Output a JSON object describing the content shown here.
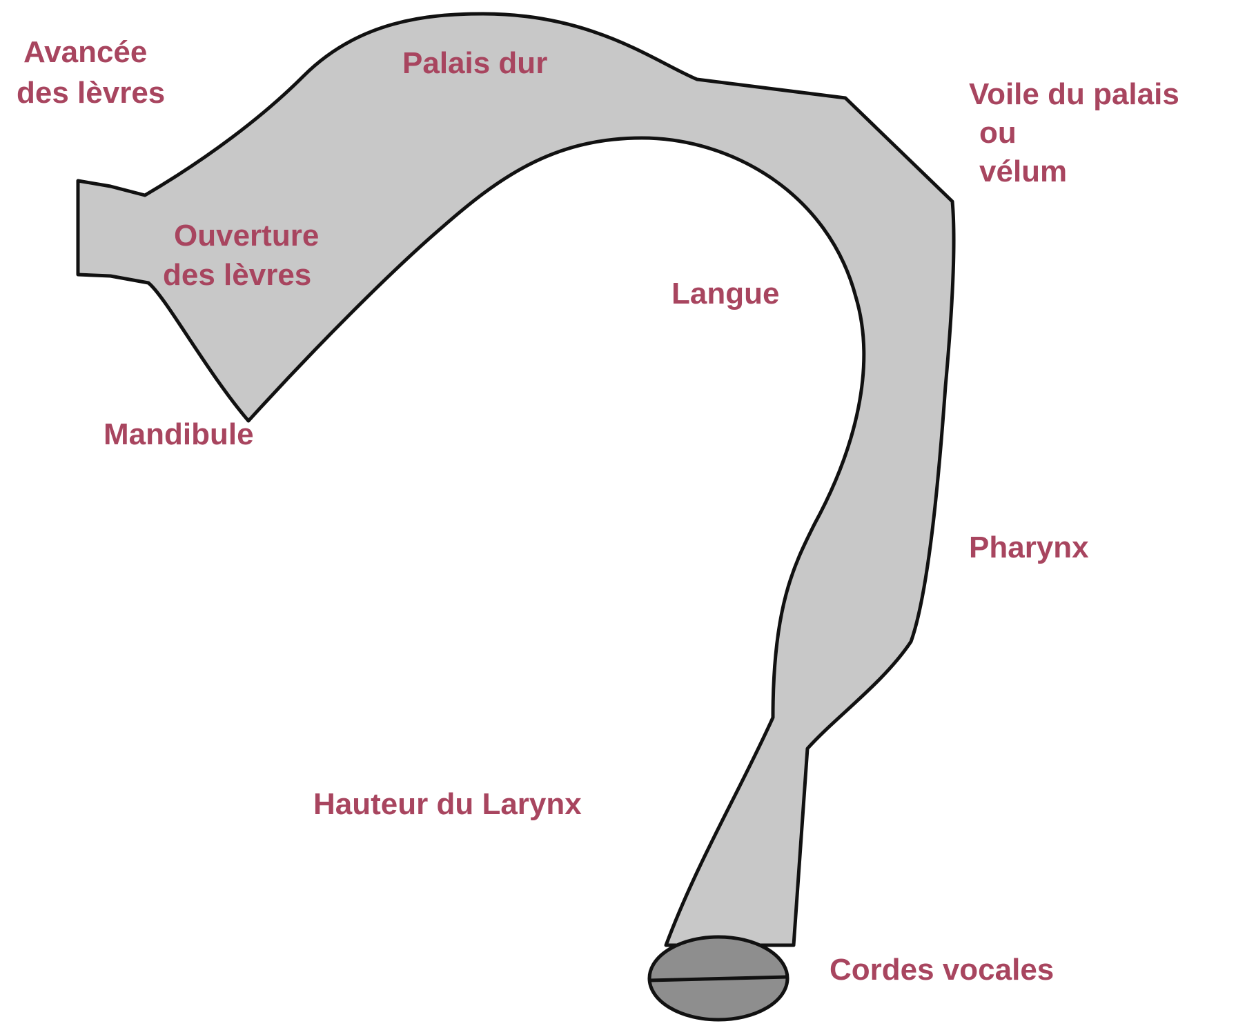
{
  "diagram": {
    "colors": {
      "label": "#a8455f",
      "tract_fill": "#c8c8c8",
      "tract_stroke": "#111111",
      "vocal_folds_fill": "#8e8e8e",
      "background": "#ffffff"
    },
    "labels": {
      "lip_protrusion": {
        "line1": "Avancée",
        "line2": "des lèvres"
      },
      "hard_palate": "Palais dur",
      "soft_palate": {
        "line1": "Voile du palais",
        "line2": "ou",
        "line3": "vélum"
      },
      "lip_opening": {
        "line1": "Ouverture",
        "line2": "des lèvres"
      },
      "tongue": "Langue",
      "mandible": "Mandibule",
      "pharynx": "Pharynx",
      "larynx_height": "Hauteur du Larynx",
      "vocal_cords": "Cordes vocales"
    }
  }
}
